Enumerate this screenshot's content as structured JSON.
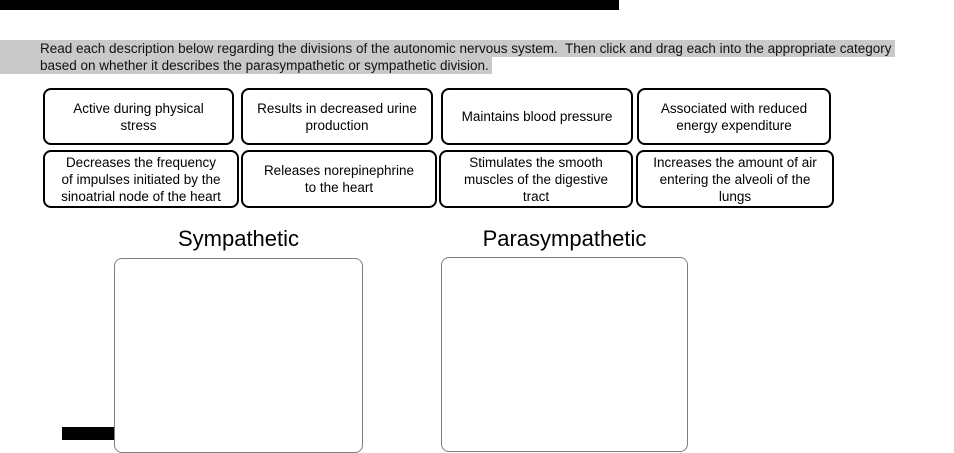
{
  "colors": {
    "highlight": "#c9c9c9",
    "card_border": "#000000",
    "dropzone_border": "#7f7f7f",
    "fragment_black": "#000000"
  },
  "instructions": {
    "line1": "Read each description below regarding the divisions of the autonomic nervous system.  Then click and drag each into the appropriate category",
    "line2": "based on whether it describes the parasympathetic or sympathetic division."
  },
  "cards": [
    {
      "label": "Active during physical\nstress"
    },
    {
      "label": "Results in decreased urine\nproduction"
    },
    {
      "label": "Maintains blood pressure"
    },
    {
      "label": "Associated with reduced\nenergy expenditure"
    },
    {
      "label": "Decreases the frequency\nof impulses initiated by the\nsinoatrial node of the heart"
    },
    {
      "label": "Releases norepinephrine\nto the heart"
    },
    {
      "label": "Stimulates the smooth\nmuscles of the digestive\ntract"
    },
    {
      "label": "Increases the amount of air\nentering the alveoli of the\nlungs"
    }
  ],
  "categories": {
    "sympathetic": {
      "title": "Sympathetic"
    },
    "parasympathetic": {
      "title": "Parasympathetic"
    }
  }
}
